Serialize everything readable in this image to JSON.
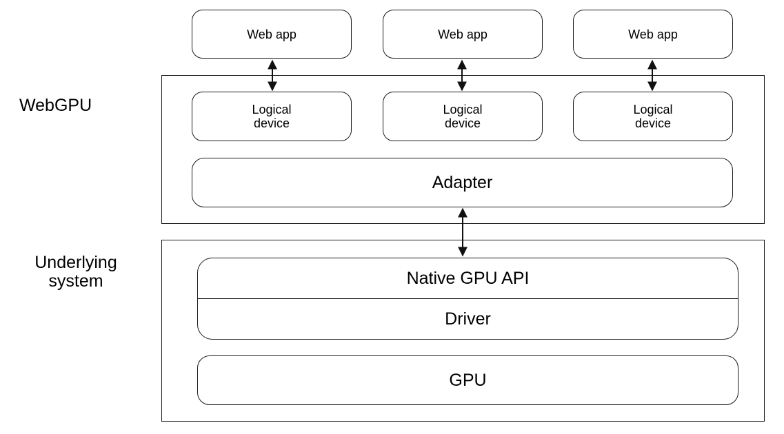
{
  "layers": {
    "webgpu_label": "WebGPU",
    "underlying_label_line1": "Underlying",
    "underlying_label_line2": "system"
  },
  "web_apps": [
    {
      "label": "Web app"
    },
    {
      "label": "Web app"
    },
    {
      "label": "Web app"
    }
  ],
  "logical_devices": [
    {
      "line1": "Logical",
      "line2": "device"
    },
    {
      "line1": "Logical",
      "line2": "device"
    },
    {
      "line1": "Logical",
      "line2": "device"
    }
  ],
  "adapter": {
    "label": "Adapter"
  },
  "native_stack": {
    "native_api_label": "Native GPU API",
    "driver_label": "Driver"
  },
  "gpu": {
    "label": "GPU"
  }
}
